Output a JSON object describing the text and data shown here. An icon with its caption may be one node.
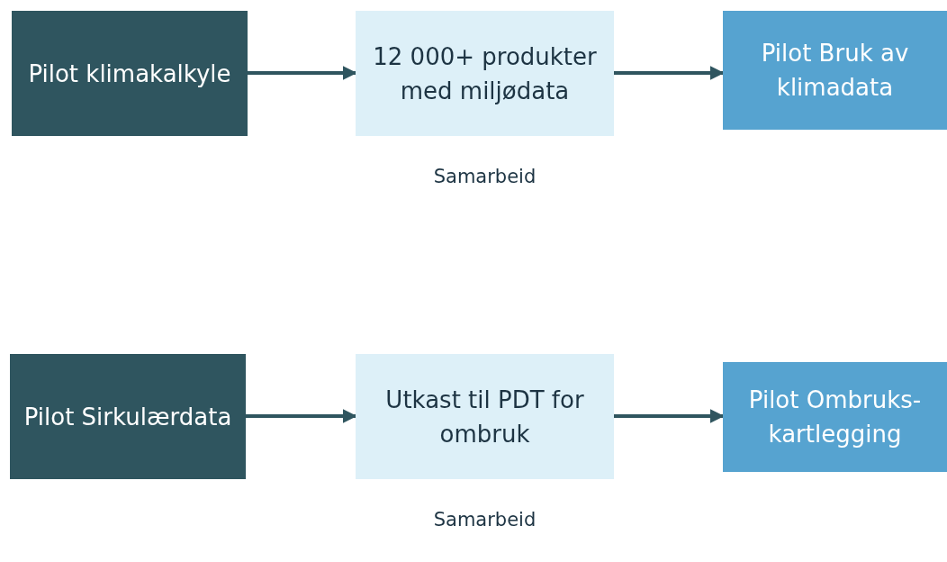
{
  "diagram": {
    "nodes": [
      {
        "text": [
          "Pilot klimakalkyle"
        ]
      },
      {
        "text": [
          "12 000+ produkter med miljødata"
        ],
        "beside": [
          "Samarbeid"
        ]
      },
      {
        "text": [
          "Pilot Bruk av klimadata"
        ]
      },
      {
        "text": [
          "Pilot Sirkulærdata"
        ]
      },
      {
        "text": [
          "Utkast til PDT for ombruk"
        ],
        "beside": [
          "Samarbeid"
        ]
      },
      {
        "text": [
          "Pilot Ombruks-kartlegging"
        ]
      }
    ],
    "edges": [
      {
        "from": 0,
        "to": 1,
        "arrow": "to"
      },
      {
        "from": 1,
        "to": 2,
        "arrow": "to"
      },
      {
        "from": 3,
        "to": 4,
        "arrow": "to"
      },
      {
        "from": 4,
        "to": 5,
        "arrow": "to"
      }
    ]
  }
}
